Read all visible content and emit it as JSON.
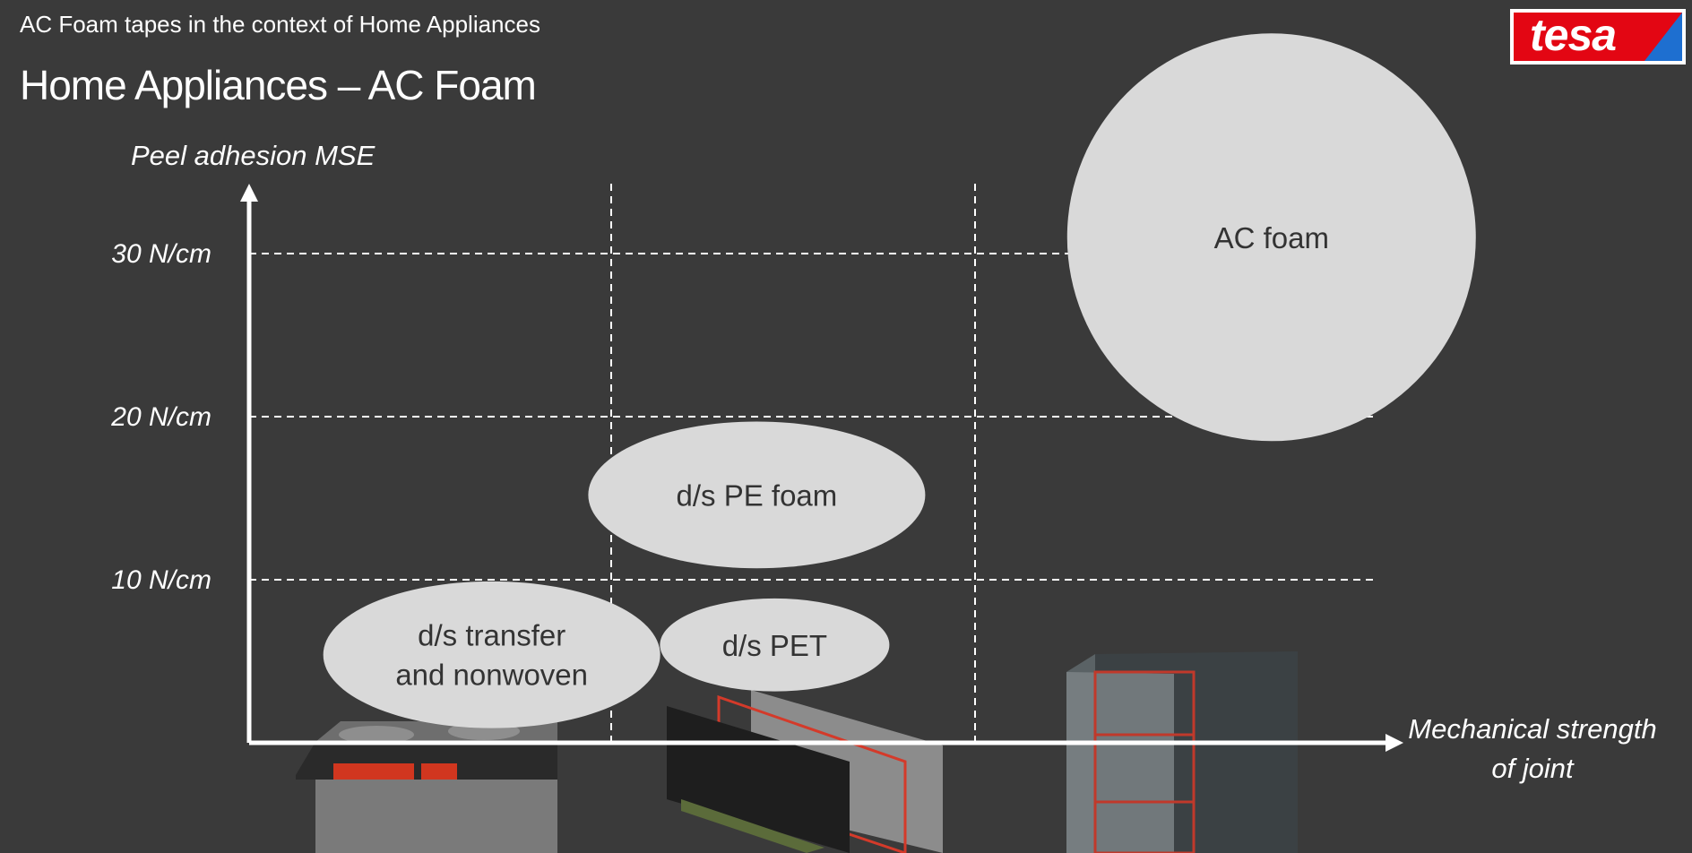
{
  "header": {
    "subtitle": "AC Foam tapes in the context of Home Appliances",
    "title": "Home Appliances – AC Foam",
    "logo_text": "tesa"
  },
  "colors": {
    "background": "#3a3a3a",
    "axis": "#ffffff",
    "bubble": "#d9d9d9",
    "bubble_text": "#333333",
    "logo_red": "#e30613",
    "logo_blue": "#1e6fd0"
  },
  "chart_data": {
    "type": "scatter",
    "title": "",
    "ylabel": "Peel adhesion MSE",
    "xlabel_lines": [
      "Mechanical strength",
      "of joint"
    ],
    "y_ticks": [
      {
        "value": 10,
        "label": "10 N/cm"
      },
      {
        "value": 20,
        "label": "20 N/cm"
      },
      {
        "value": 30,
        "label": "30 N/cm"
      }
    ],
    "ylim": [
      0,
      35
    ],
    "x_zones": 3,
    "grid": "dashed",
    "series": [
      {
        "lines": [
          "d/s transfer",
          "and nonwoven"
        ],
        "zone": 1,
        "peel_center": 5.4,
        "peel_span": 9
      },
      {
        "lines": [
          "d/s PE foam"
        ],
        "zone": 2,
        "peel_center": 15.2,
        "peel_span": 9
      },
      {
        "lines": [
          "d/s PET"
        ],
        "zone": 2,
        "peel_center": 6.0,
        "peel_span": 5.7
      },
      {
        "lines": [
          "AC foam"
        ],
        "zone": 3,
        "peel_center": 31.0,
        "peel_span": 25
      }
    ]
  }
}
